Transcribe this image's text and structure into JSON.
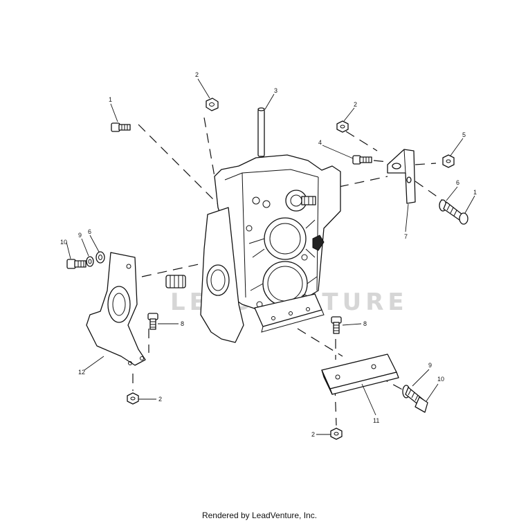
{
  "callouts": [
    {
      "id": "c1a",
      "text": "1"
    },
    {
      "id": "c1b",
      "text": "1"
    },
    {
      "id": "c2a",
      "text": "2"
    },
    {
      "id": "c2b",
      "text": "2"
    },
    {
      "id": "c2c",
      "text": "2"
    },
    {
      "id": "c2d",
      "text": "2"
    },
    {
      "id": "c3",
      "text": "3"
    },
    {
      "id": "c4",
      "text": "4"
    },
    {
      "id": "c5",
      "text": "5"
    },
    {
      "id": "c6a",
      "text": "6"
    },
    {
      "id": "c6b",
      "text": "6"
    },
    {
      "id": "c7",
      "text": "7"
    },
    {
      "id": "c8a",
      "text": "8"
    },
    {
      "id": "c8b",
      "text": "8"
    },
    {
      "id": "c9a",
      "text": "9"
    },
    {
      "id": "c9b",
      "text": "9"
    },
    {
      "id": "c10a",
      "text": "10"
    },
    {
      "id": "c10b",
      "text": "10"
    },
    {
      "id": "c11",
      "text": "11"
    },
    {
      "id": "c12",
      "text": "12"
    }
  ],
  "watermark": "LEADVENTURE",
  "footer": "Rendered by LeadVenture, Inc."
}
